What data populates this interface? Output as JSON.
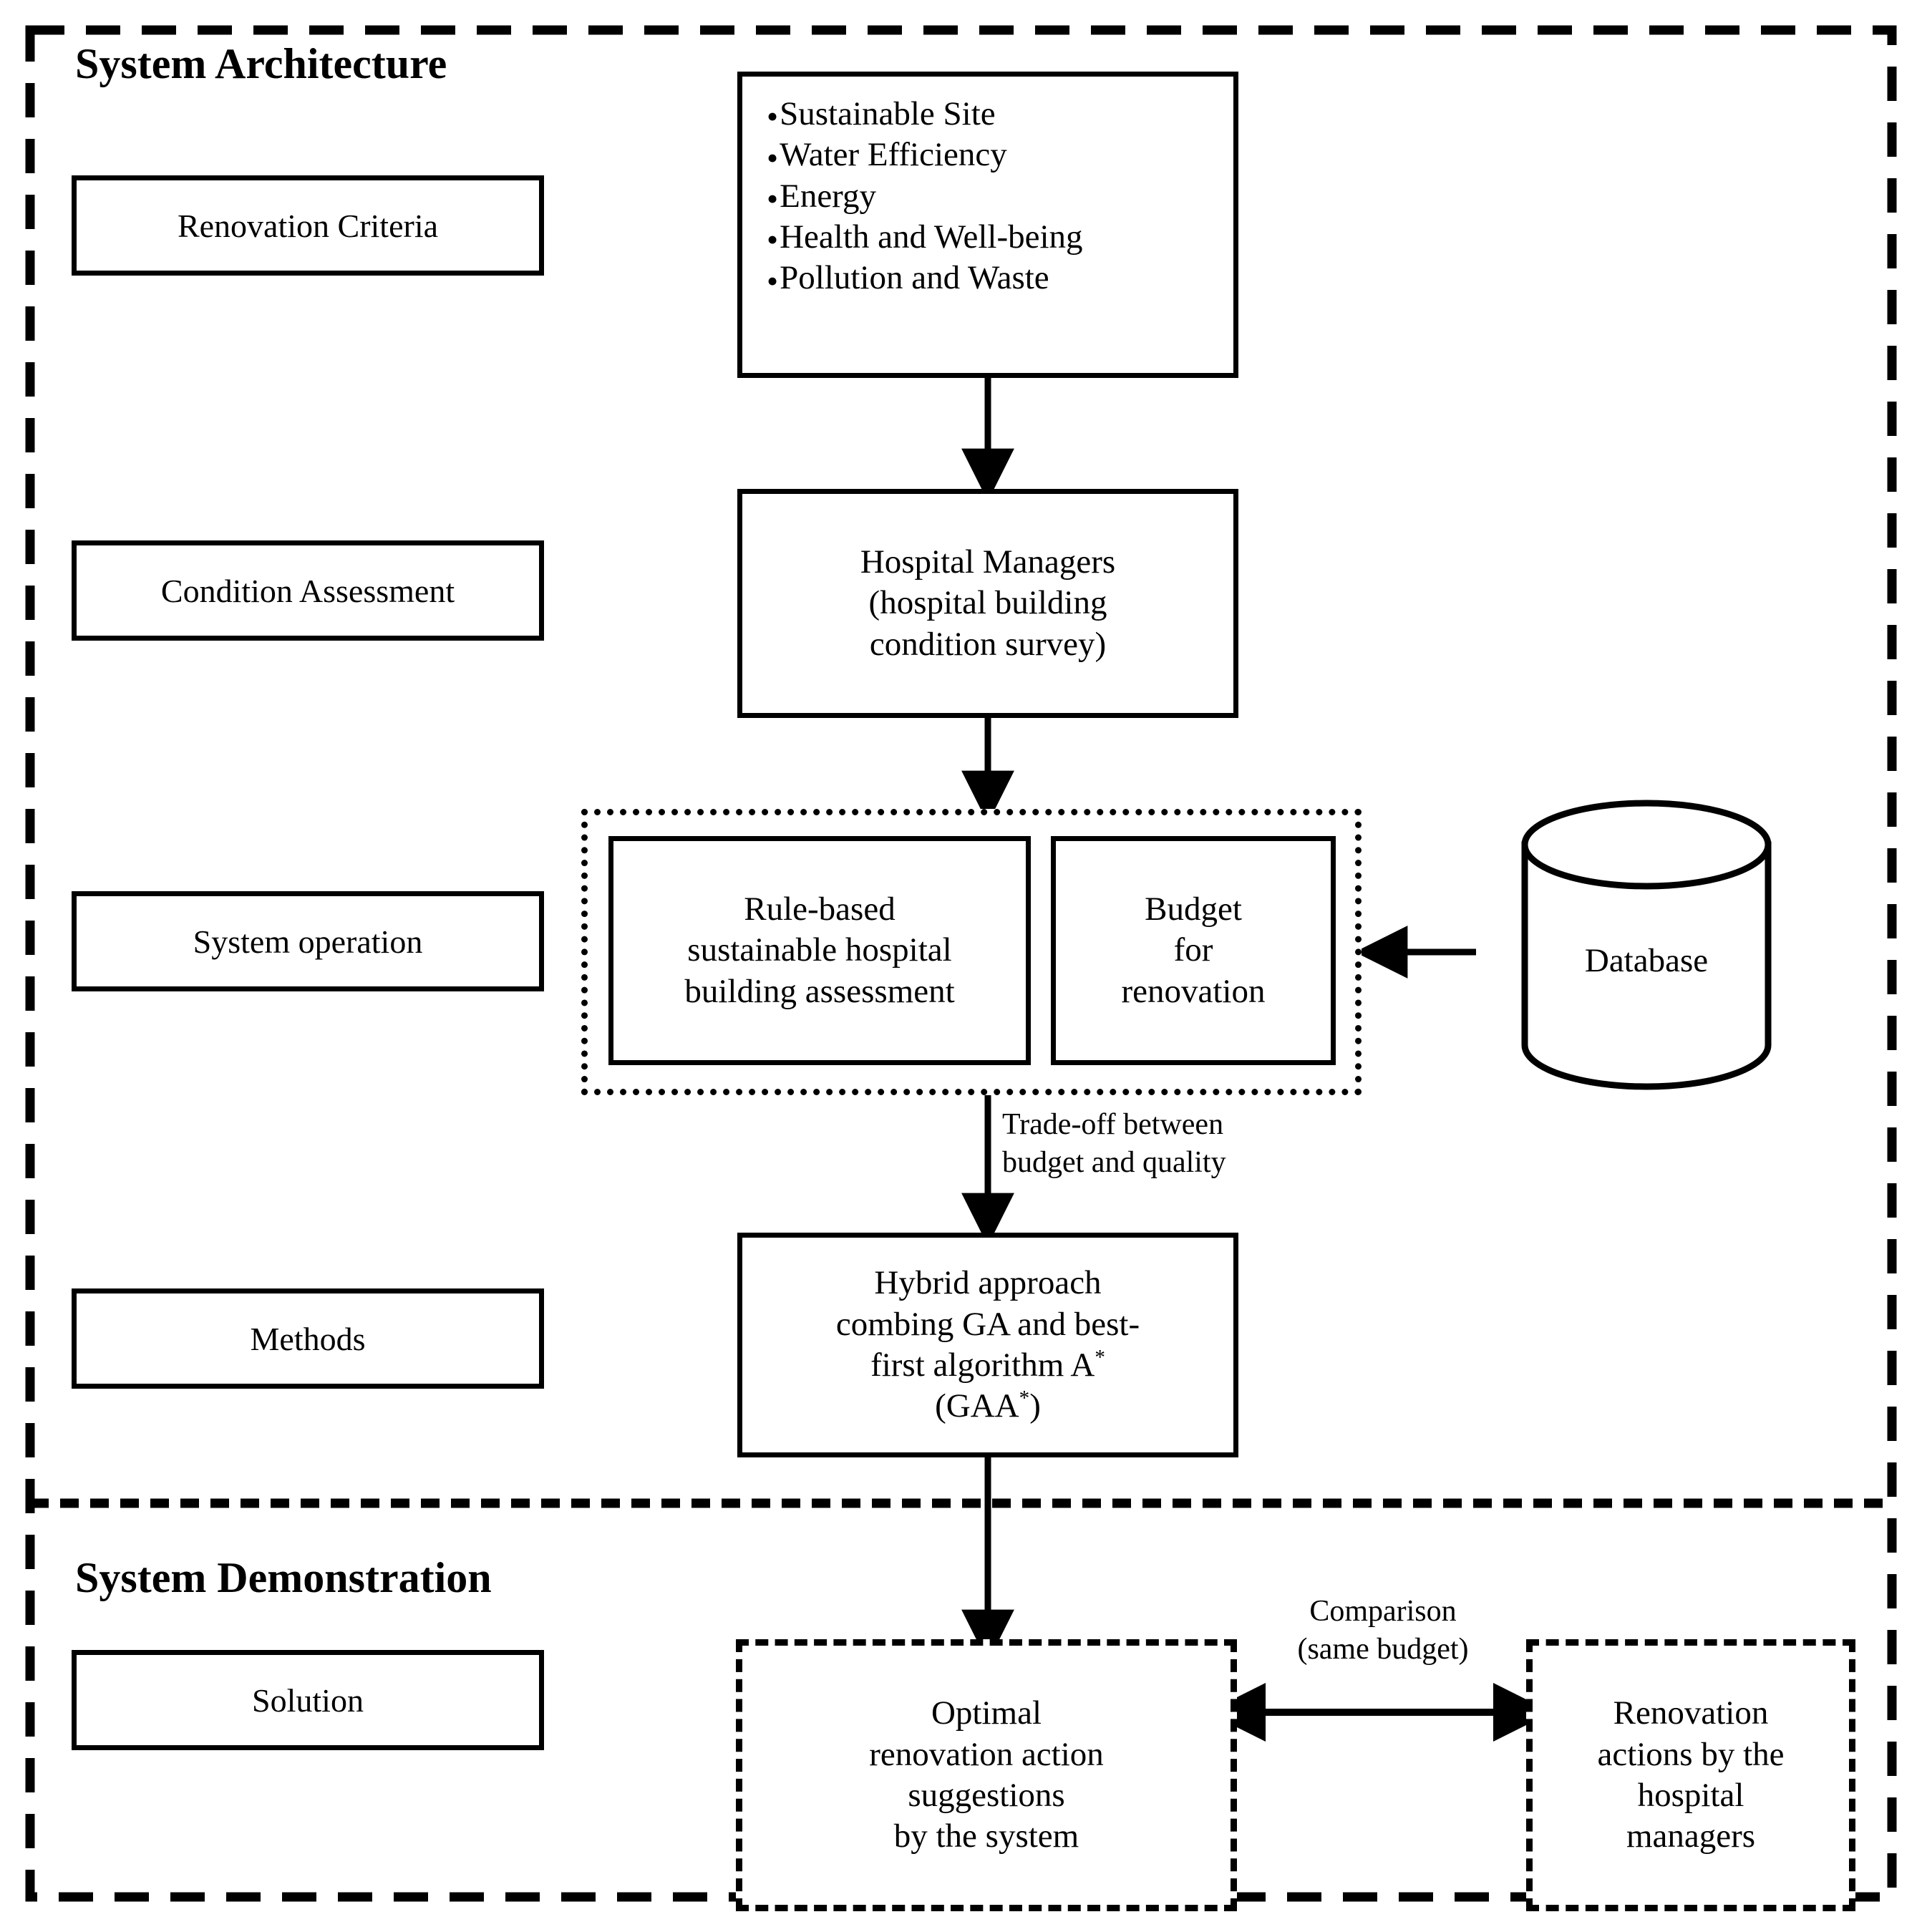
{
  "sections": {
    "architecture": {
      "title": "System Architecture"
    },
    "demonstration": {
      "title": "System Demonstration"
    }
  },
  "stage_labels": [
    {
      "id": "renovation-criteria",
      "label": "Renovation Criteria"
    },
    {
      "id": "condition-assessment",
      "label": "Condition Assessment"
    },
    {
      "id": "system-operation",
      "label": "System operation"
    },
    {
      "id": "methods",
      "label": "Methods"
    },
    {
      "id": "solution",
      "label": "Solution"
    }
  ],
  "criteria_box": {
    "items": [
      "Sustainable Site",
      "Water Efficiency",
      "Energy",
      "Health and Well-being",
      "Pollution and Waste"
    ],
    "bullet": "•"
  },
  "nodes": {
    "hospital_managers": {
      "line1": "Hospital Managers",
      "line2": "(hospital building",
      "line3": "condition survey)"
    },
    "rule_based": {
      "line1": "Rule-based",
      "line2": "sustainable hospital",
      "line3": "building assessment"
    },
    "budget": {
      "line1": "Budget",
      "line2": "for",
      "line3": "renovation"
    },
    "database": {
      "label": "Database"
    },
    "hybrid": {
      "line1": "Hybrid approach",
      "line2": "combing GA and best-",
      "line3_pre": "first algorithm A",
      "line3_sup": "*",
      "line4_pre": "(GAA",
      "line4_sup": "*",
      "line4_post": ")"
    },
    "optimal": {
      "line1": "Optimal",
      "line2": "renovation action",
      "line3": "suggestions",
      "line4": "by the system"
    },
    "manual": {
      "line1": "Renovation",
      "line2": "actions by the",
      "line3": "hospital",
      "line4": "managers"
    }
  },
  "edge_labels": {
    "tradeoff": {
      "line1": "Trade-off between",
      "line2": "budget and quality"
    },
    "comparison": {
      "line1": "Comparison",
      "line2": "(same budget)"
    }
  },
  "colors": {
    "stroke": "#000000",
    "background": "#ffffff"
  }
}
